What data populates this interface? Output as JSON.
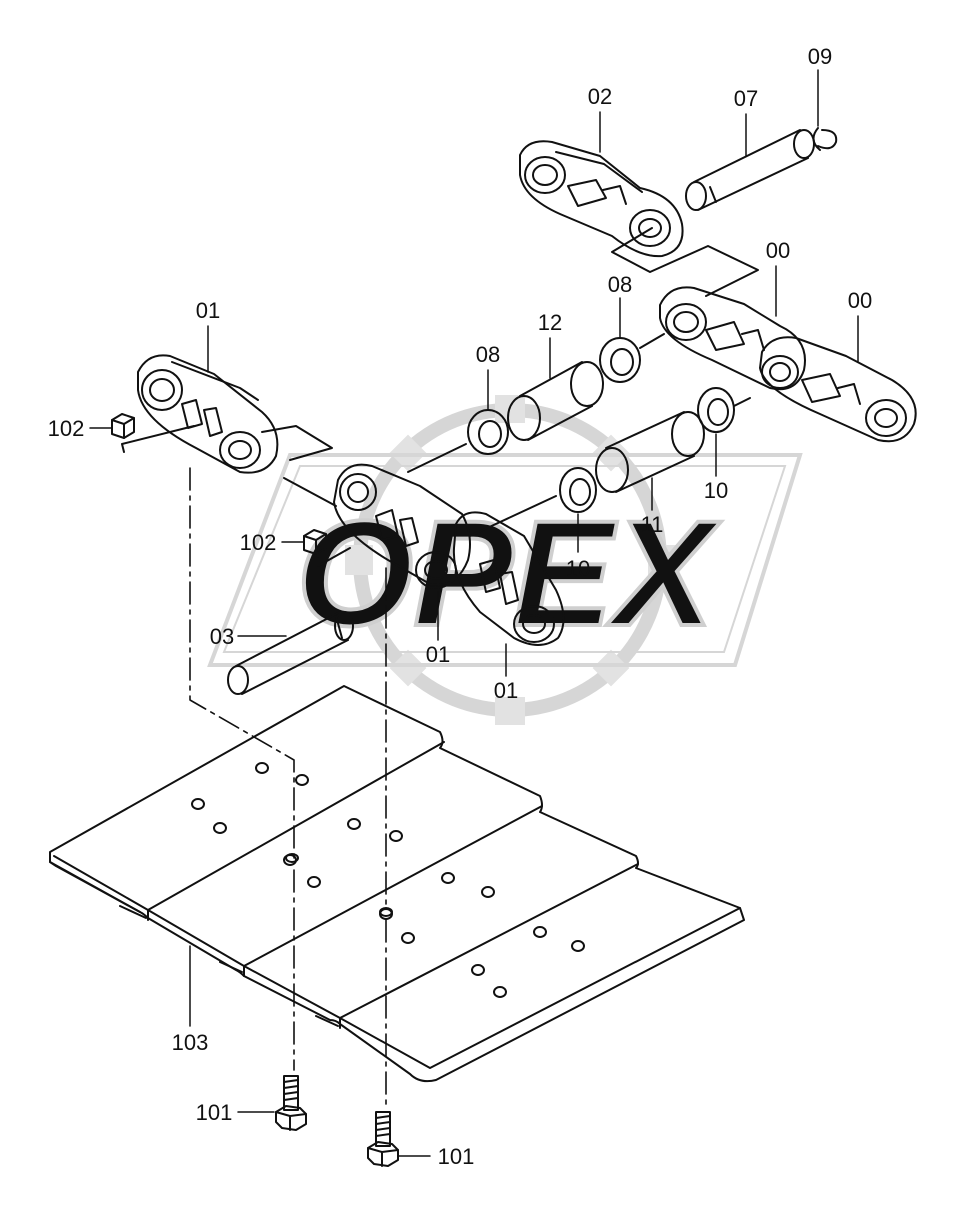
{
  "diagram": {
    "labels": {
      "l09": "09",
      "l02": "02",
      "l07": "07",
      "l00a": "00",
      "l00b": "00",
      "l08a": "08",
      "l12": "12",
      "l08b": "08",
      "l01a": "01",
      "l102a": "102",
      "l10a": "10",
      "l11": "11",
      "l10b": "10",
      "l102b": "102",
      "l03": "03",
      "l01b": "01",
      "l01c": "01",
      "l103": "103",
      "l101a": "101",
      "l101b": "101"
    },
    "watermark": "OPEX"
  },
  "colors": {
    "line": "#111111",
    "watermark": "#d4d4d4"
  }
}
